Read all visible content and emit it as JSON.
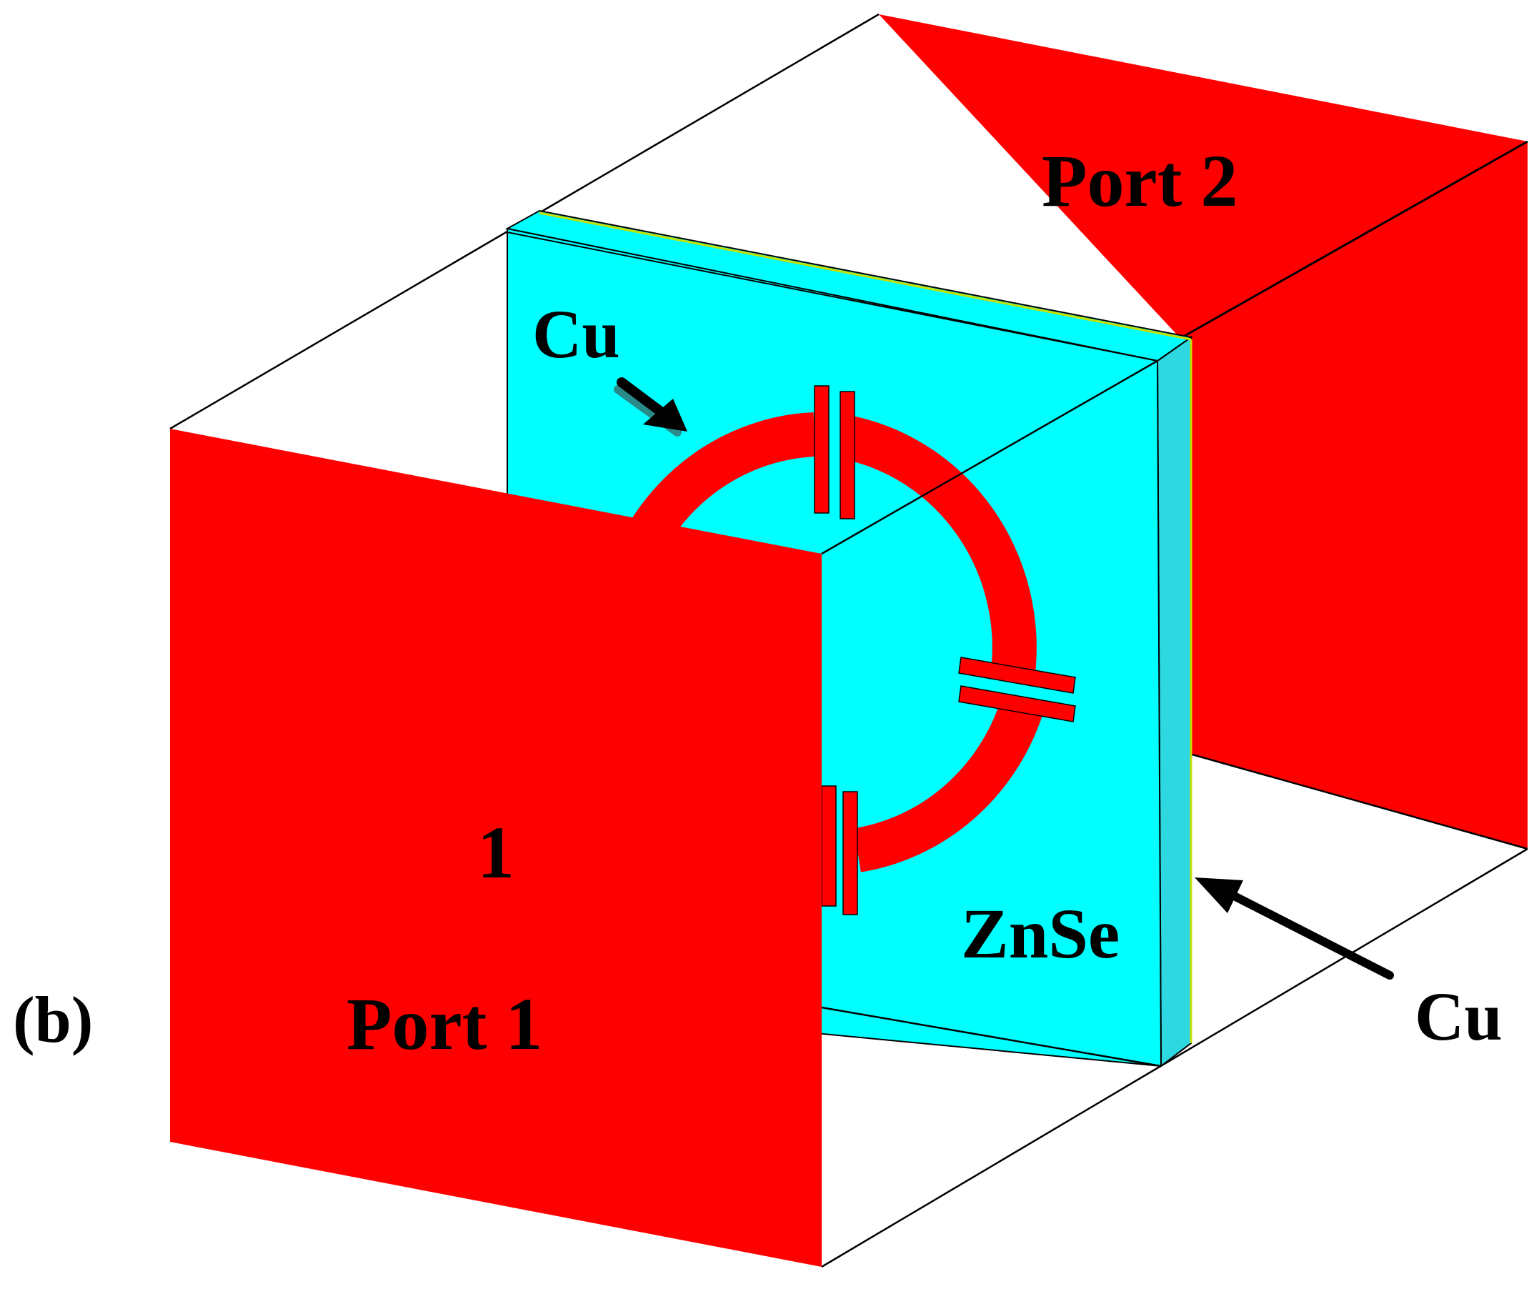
{
  "colors": {
    "port": "#ff0000",
    "substrate": "#00ffff",
    "substrate_side": "#2ed8e0",
    "edge": "#000000",
    "thin_layer": "#c8e000",
    "background": "#ffffff"
  },
  "labels": {
    "panel": "(b)",
    "port1": "Port 1",
    "port1_number": "1",
    "port2": "Port 2",
    "substrate": "ZnSe",
    "cu_top": "Cu",
    "cu_back": "Cu"
  }
}
